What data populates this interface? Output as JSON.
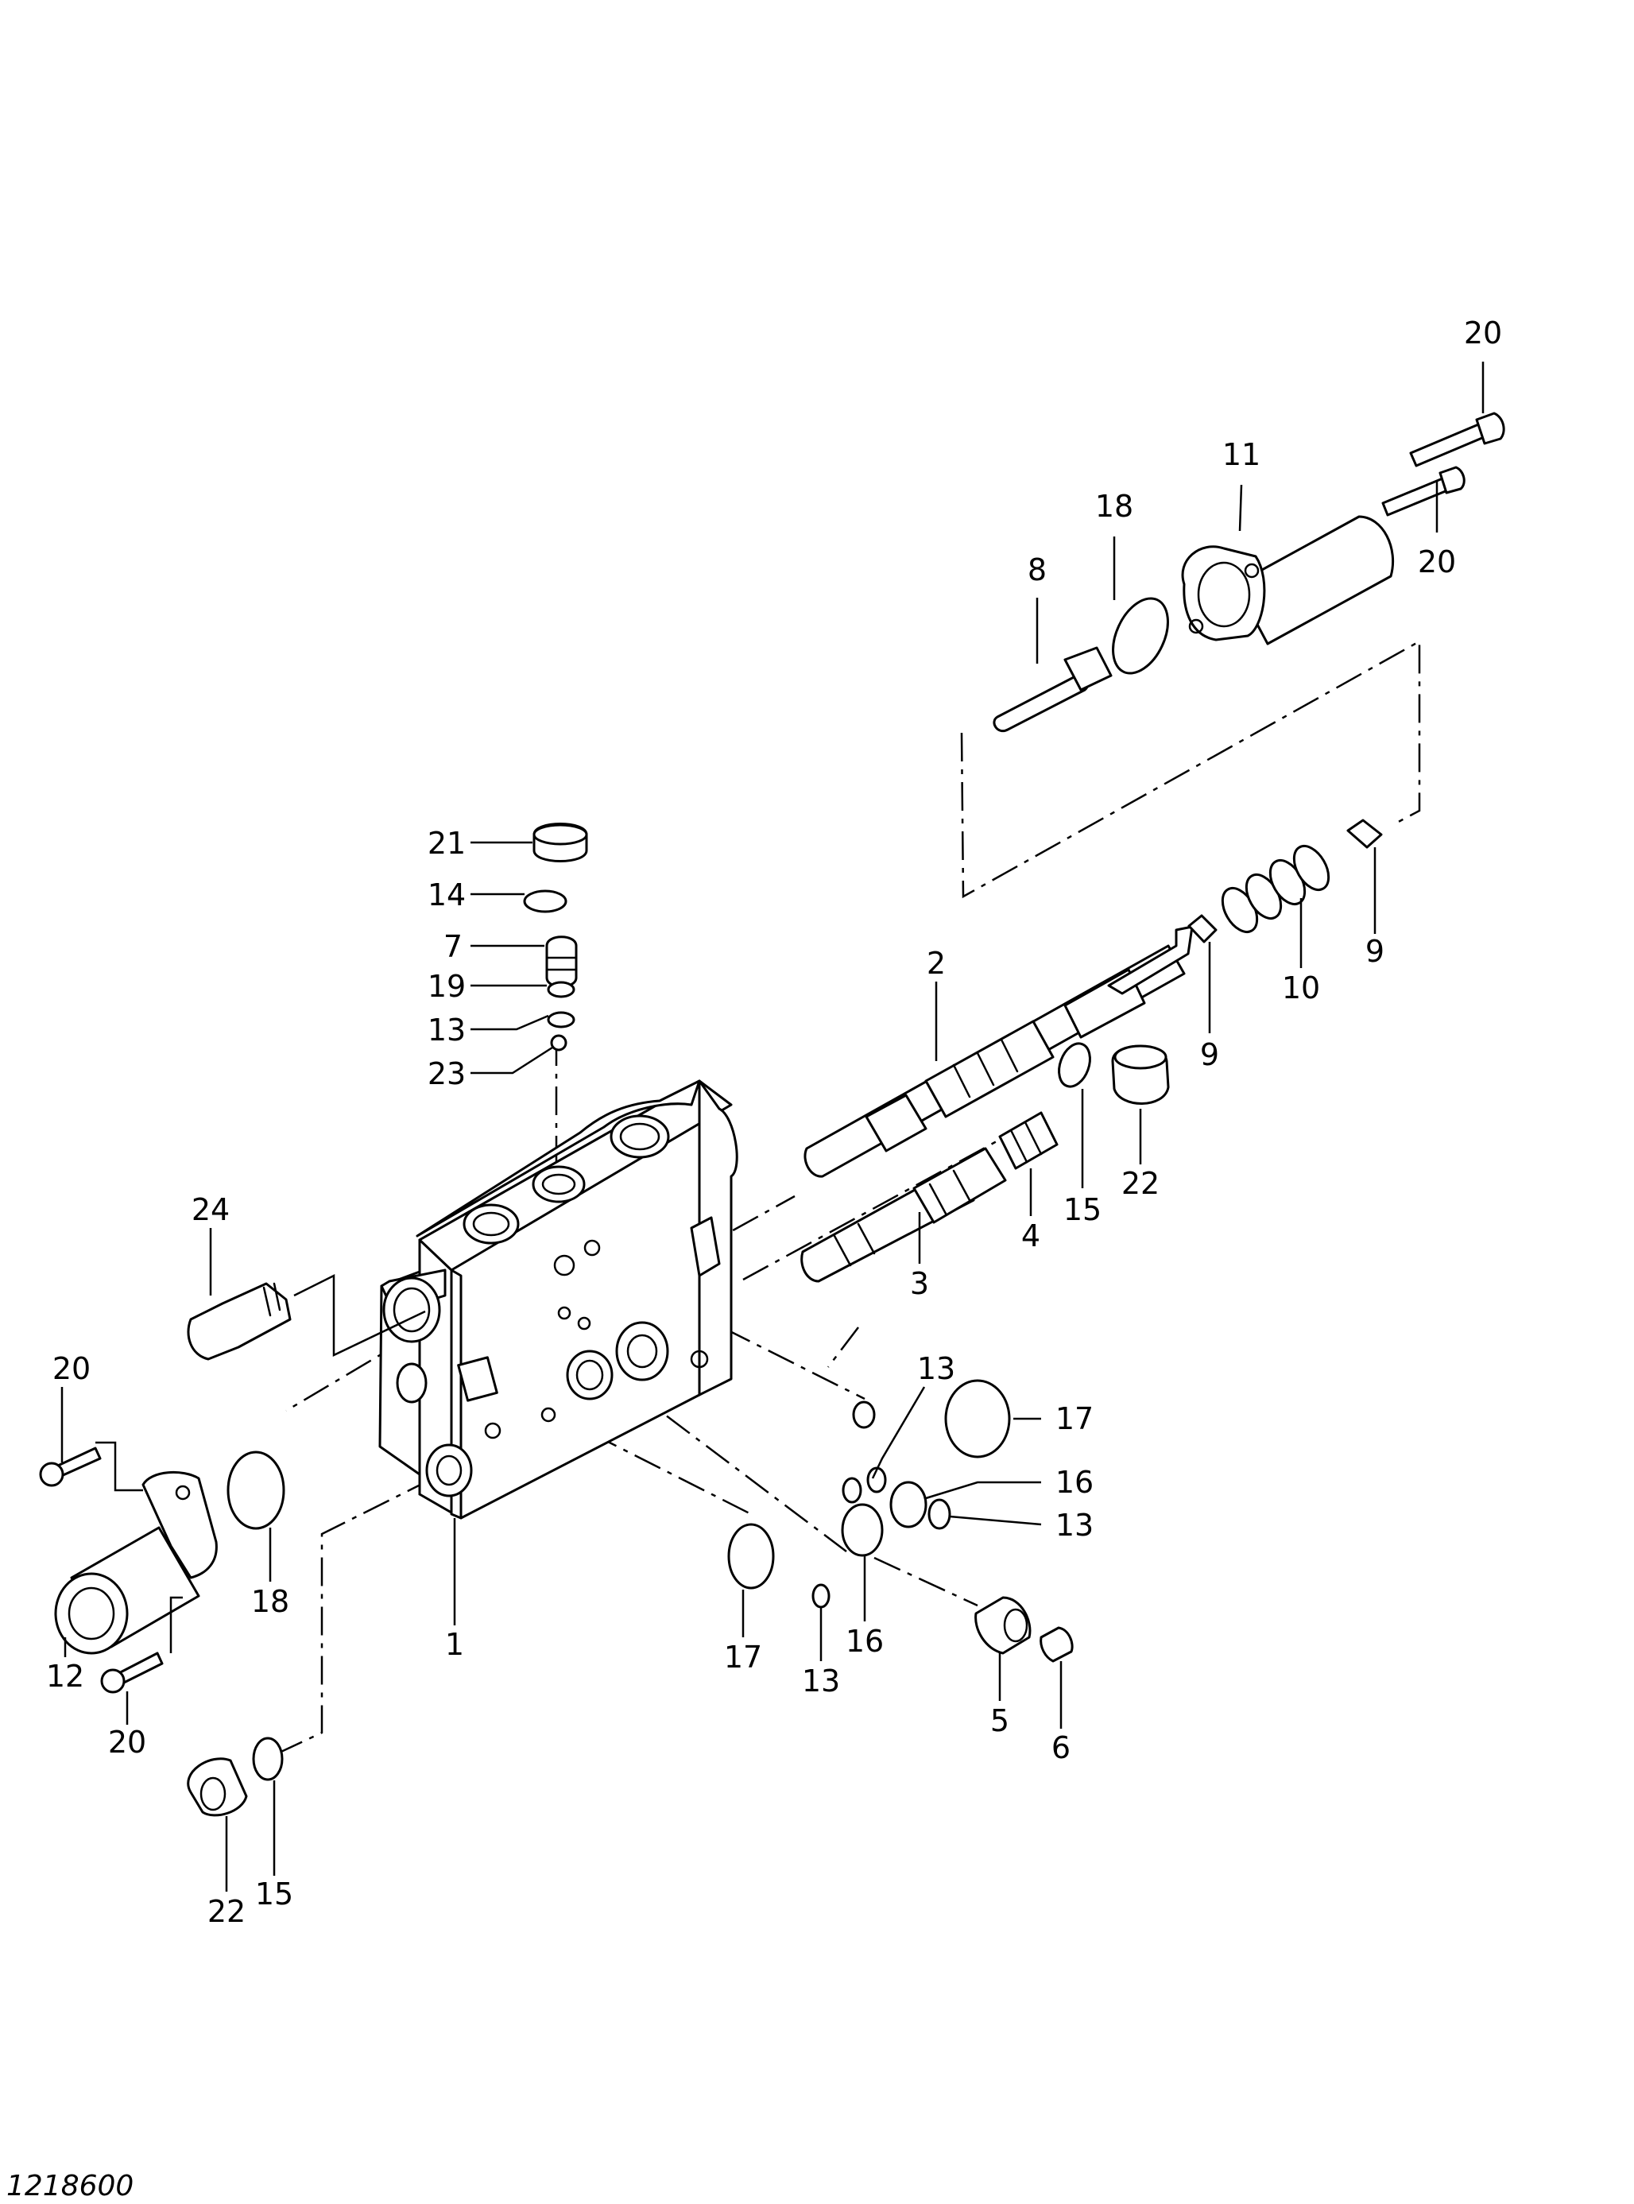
{
  "drawing_code": "1218600",
  "callouts": [
    {
      "id": "c-20a",
      "text": "20"
    },
    {
      "id": "c-11",
      "text": "11"
    },
    {
      "id": "c-18a",
      "text": "18"
    },
    {
      "id": "c-20b",
      "text": "20"
    },
    {
      "id": "c-8",
      "text": "8"
    },
    {
      "id": "c-21",
      "text": "21"
    },
    {
      "id": "c-14",
      "text": "14"
    },
    {
      "id": "c-7",
      "text": "7"
    },
    {
      "id": "c-19",
      "text": "19"
    },
    {
      "id": "c-13a",
      "text": "13"
    },
    {
      "id": "c-23",
      "text": "23"
    },
    {
      "id": "c-2",
      "text": "2"
    },
    {
      "id": "c-9a",
      "text": "9"
    },
    {
      "id": "c-9b",
      "text": "9"
    },
    {
      "id": "c-10",
      "text": "10"
    },
    {
      "id": "c-22a",
      "text": "22"
    },
    {
      "id": "c-15a",
      "text": "15"
    },
    {
      "id": "c-4",
      "text": "4"
    },
    {
      "id": "c-3",
      "text": "3"
    },
    {
      "id": "c-24",
      "text": "24"
    },
    {
      "id": "c-13b",
      "text": "13"
    },
    {
      "id": "c-17a",
      "text": "17"
    },
    {
      "id": "c-16a",
      "text": "16"
    },
    {
      "id": "c-13c",
      "text": "13"
    },
    {
      "id": "c-20c",
      "text": "20"
    },
    {
      "id": "c-18b",
      "text": "18"
    },
    {
      "id": "c-1",
      "text": "1"
    },
    {
      "id": "c-17b",
      "text": "17"
    },
    {
      "id": "c-13d",
      "text": "13"
    },
    {
      "id": "c-16b",
      "text": "16"
    },
    {
      "id": "c-12",
      "text": "12"
    },
    {
      "id": "c-20d",
      "text": "20"
    },
    {
      "id": "c-5",
      "text": "5"
    },
    {
      "id": "c-6",
      "text": "6"
    },
    {
      "id": "c-22b",
      "text": "22"
    },
    {
      "id": "c-15b",
      "text": "15"
    }
  ]
}
